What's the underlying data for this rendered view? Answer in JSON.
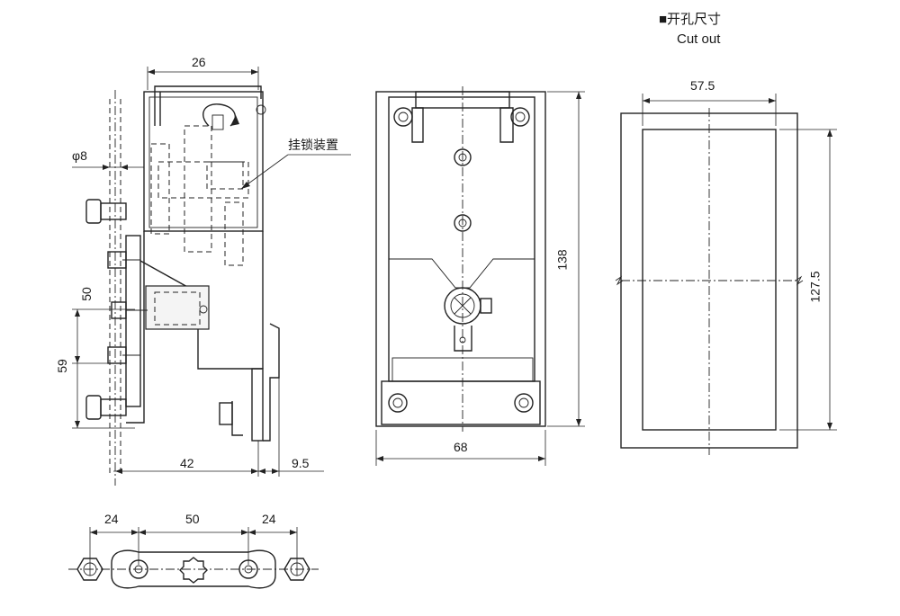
{
  "labels": {
    "side_width": "26",
    "pin_diameter": "φ8",
    "padlock_device": "挂锁装置",
    "dim_50_vertical": "50",
    "dim_59_vertical": "59",
    "base_depth": "42",
    "offset": "9.5",
    "front_width": "68",
    "front_height": "138",
    "cutout_title_cn": "■开孔尺寸",
    "cutout_title_en": "Cut out",
    "cutout_width": "57.5",
    "cutout_height": "127.5",
    "bottom_left": "24",
    "bottom_middle": "50",
    "bottom_right": "24"
  }
}
